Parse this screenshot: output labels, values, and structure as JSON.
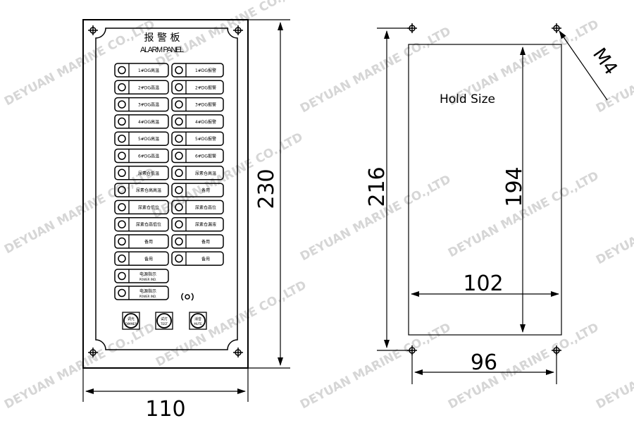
{
  "panel": {
    "title_cn": "报 警 板",
    "title_en": "ALARM PANEL",
    "left_labels": [
      "1#DG高温",
      "2#DG高温",
      "3#DG高温",
      "4#DG高温",
      "5#DG高温",
      "6#DG高温",
      "尿素仓低温",
      "尿素仓高高温",
      "尿素仓低位",
      "尿素仓高低位",
      "备用",
      "备用"
    ],
    "right_labels": [
      "1#DG报警",
      "2#DG报警",
      "3#DG报警",
      "4#DG报警",
      "5#DG报警",
      "6#DG报警",
      "尿素仓高温",
      "备用",
      "尿素仓高位",
      "尿素仓漏液",
      "备用",
      "备用"
    ],
    "power_labels": [
      {
        "cn": "电源指示",
        "en": "POWER IND."
      },
      {
        "cn": "电源指示",
        "en": "POWER IND."
      }
    ],
    "buttons": [
      {
        "cn": "调光",
        "en": "DIMMER"
      },
      {
        "cn": "试灯",
        "en": "TEST"
      },
      {
        "cn": "消音",
        "en": "MUTE"
      }
    ],
    "dim_height": "230",
    "dim_width": "110"
  },
  "cutout": {
    "label": "Hold Size",
    "dim_hole_height": "216",
    "dim_height": "194",
    "dim_width": "102",
    "dim_hole_width": "96",
    "screw": "M4"
  },
  "watermark": "DEYUAN MARINE CO.,LTD"
}
